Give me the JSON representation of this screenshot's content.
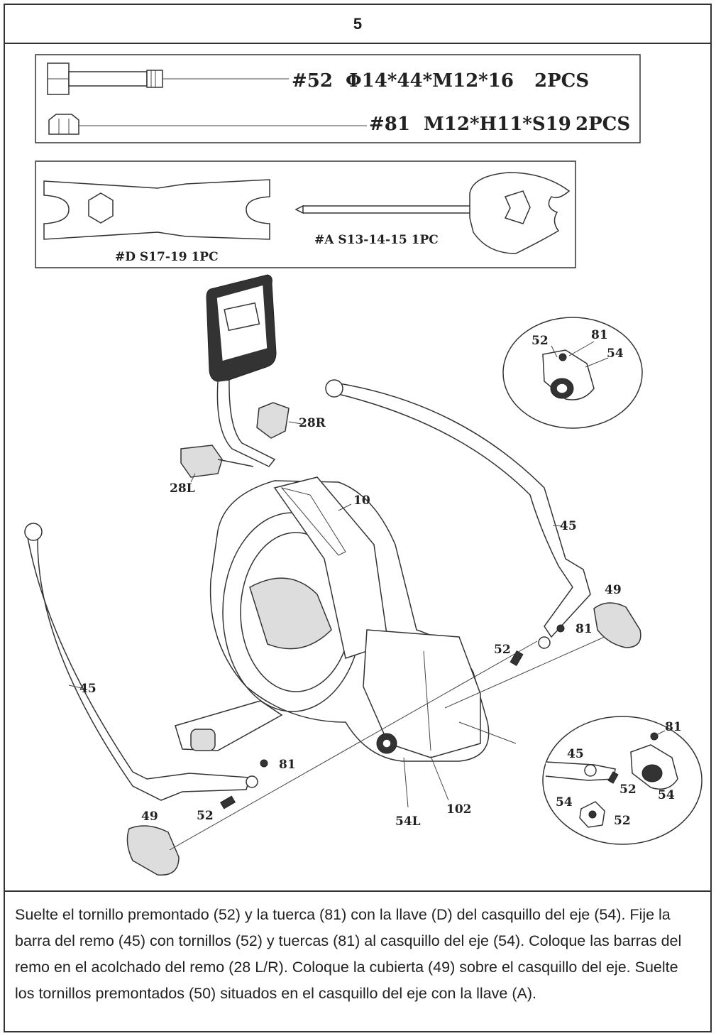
{
  "step": "5",
  "hardware": [
    {
      "part": "#52",
      "spec": "Φ14*44*M12*16",
      "qty": "2PCS"
    },
    {
      "part": "#81",
      "spec": "M12*H11*S19",
      "qty": "2PCS"
    }
  ],
  "tools": [
    {
      "label": "#D  S17-19  1PC"
    },
    {
      "label": "#A  S13-14-15  1PC"
    }
  ],
  "callouts": {
    "p10": "10",
    "p28r": "28R",
    "p28l": "28L",
    "p45_right": "45",
    "p45_left": "45",
    "p49_right": "49",
    "p49_left": "49",
    "p52_right": "52",
    "p52_left": "52",
    "p81_right": "81",
    "p81_left": "81",
    "p54l": "54L",
    "p102": "102"
  },
  "detail_top": {
    "a": "52",
    "b": "81",
    "c": "54"
  },
  "detail_bottom": {
    "a": "45",
    "b": "81",
    "c": "52",
    "d": "54",
    "e": "54",
    "f": "52"
  },
  "instructions": "Suelte el tornillo premontado (52) y la tuerca (81) con la llave (D) del casquillo del eje (54). Fije la barra del remo (45) con tornillos (52) y tuercas (81) al casquillo del eje (54). Coloque las barras del remo en el acolchado del remo (28 L/R). Coloque la cubierta (49) sobre el casquillo del eje. Suelte los tornillos premontados (50) situados en el casquillo del eje con la llave (A)."
}
